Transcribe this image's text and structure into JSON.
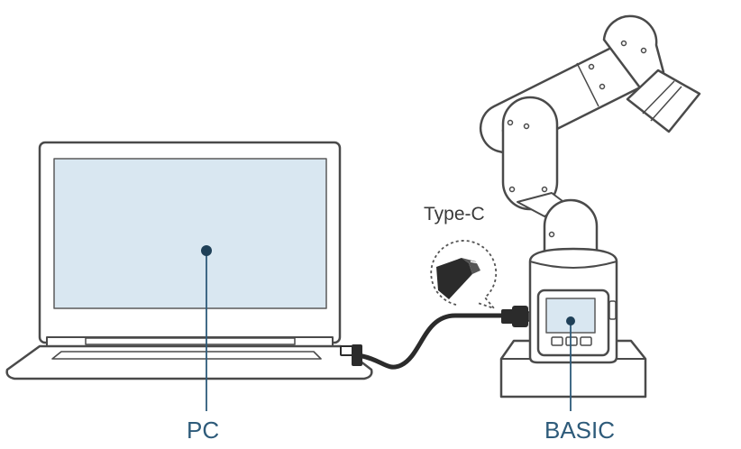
{
  "labels": {
    "pc": "PC",
    "basic": "BASIC",
    "connector": "Type-C"
  },
  "colors": {
    "outline": "#4a4a4a",
    "screen_fill": "#d9e7f1",
    "screen_border": "#5a5a5a",
    "callout_line": "#2e5b7a",
    "callout_dot": "#1f4058",
    "cable": "#2b2b2b",
    "body_fill": "#ffffff",
    "shade_fill": "#f2f2f2"
  },
  "icons": {
    "laptop": "laptop-icon",
    "robot_arm": "robot-arm-icon",
    "controller": "m5-basic-controller-icon",
    "usb_c": "usb-c-connector-icon",
    "cable": "usb-cable-icon"
  }
}
